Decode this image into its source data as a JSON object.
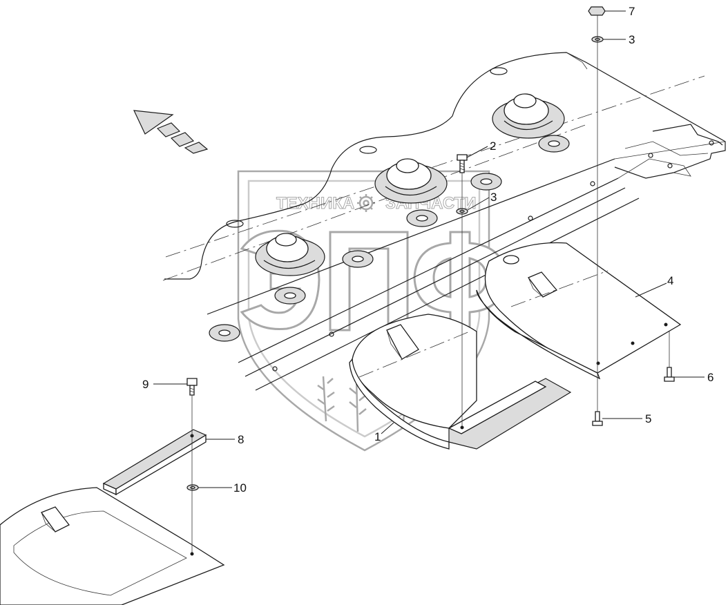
{
  "watermark": {
    "word_left": "ТЕХНИКА",
    "word_right": "ЗАПЧАСТИ",
    "emblem": "ЭПФ"
  },
  "callouts": [
    {
      "id": "1",
      "label": "1"
    },
    {
      "id": "2",
      "label": "2"
    },
    {
      "id": "3a",
      "label": "3"
    },
    {
      "id": "3b",
      "label": "3"
    },
    {
      "id": "4",
      "label": "4"
    },
    {
      "id": "5",
      "label": "5"
    },
    {
      "id": "6",
      "label": "6"
    },
    {
      "id": "7",
      "label": "7"
    },
    {
      "id": "8",
      "label": "8"
    },
    {
      "id": "9",
      "label": "9"
    },
    {
      "id": "10",
      "label": "10"
    }
  ],
  "icons": {
    "direction_arrow": "direction-arrow-icon",
    "gear": "gear-icon"
  }
}
